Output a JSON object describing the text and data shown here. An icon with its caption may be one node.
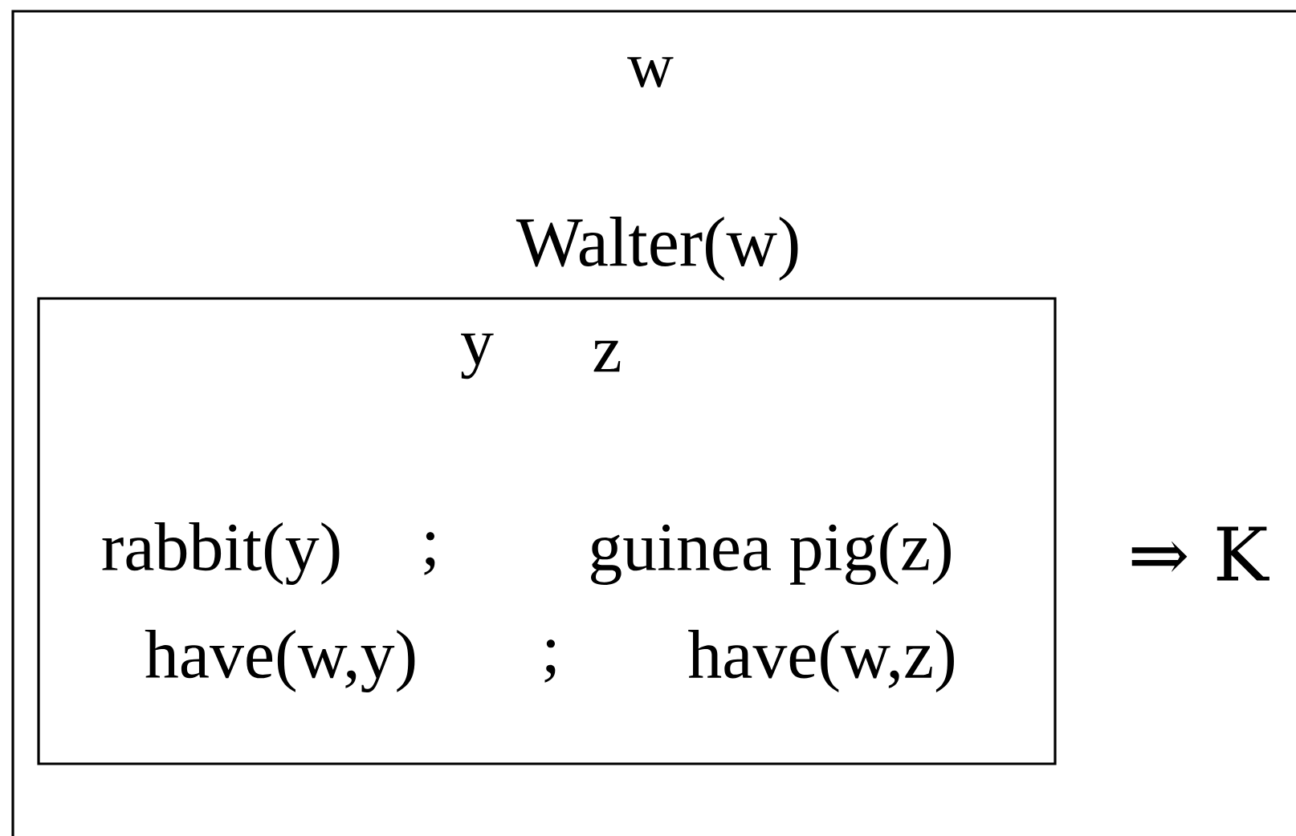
{
  "diagram": {
    "nodes": [
      {
        "text": [
          "w",
          "Walter(w)"
        ]
      },
      {
        "text": [
          "y",
          "z",
          "rabbit(y)",
          ";",
          "guinea pig(z)",
          "have(w,y)",
          ";",
          "have(w,z)"
        ],
        "in": 0
      }
    ],
    "labels": [
      "⇒ K"
    ]
  }
}
